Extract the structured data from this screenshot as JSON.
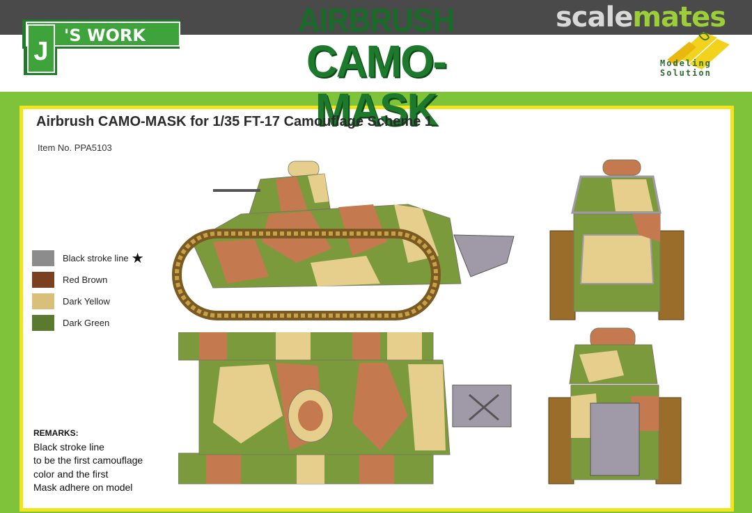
{
  "brand": {
    "logo_letter": "J",
    "logo_text": "'S WORK",
    "title_line1": "AIRBRUSH",
    "title_line2": "CAMO-MASK",
    "site_part1": "scale",
    "site_part2": "mates",
    "partner_line1": "Modeling",
    "partner_line2": "Solution"
  },
  "content": {
    "heading": "Airbrush CAMO-MASK for 1/35 FT-17 Camouflage Scheme 1",
    "item_no": "Item No. PPA5103"
  },
  "legend": [
    {
      "label": "Black stroke line",
      "color": "#8c8c8c",
      "marker": "★"
    },
    {
      "label": "Red Brown",
      "color": "#7a4020"
    },
    {
      "label": "Dark Yellow",
      "color": "#d8c07a"
    },
    {
      "label": "Dark Green",
      "color": "#5a7a30"
    }
  ],
  "remarks": {
    "title": "REMARKS:",
    "lines": [
      "Black stroke line",
      "to be the first camouflage",
      "color and the first",
      "Mask adhere on model"
    ]
  },
  "colors": {
    "frame_green": "#7fc33a",
    "frame_yellow": "#f2e51c",
    "camo_green": "#7a9a3c",
    "camo_brown": "#c47a4e",
    "camo_yellow": "#e6cf8c",
    "camo_grey": "#a09aa8"
  },
  "icons": {
    "star": "star-icon",
    "logo": "js-work-logo",
    "partner": "modeling-solution-logo"
  }
}
